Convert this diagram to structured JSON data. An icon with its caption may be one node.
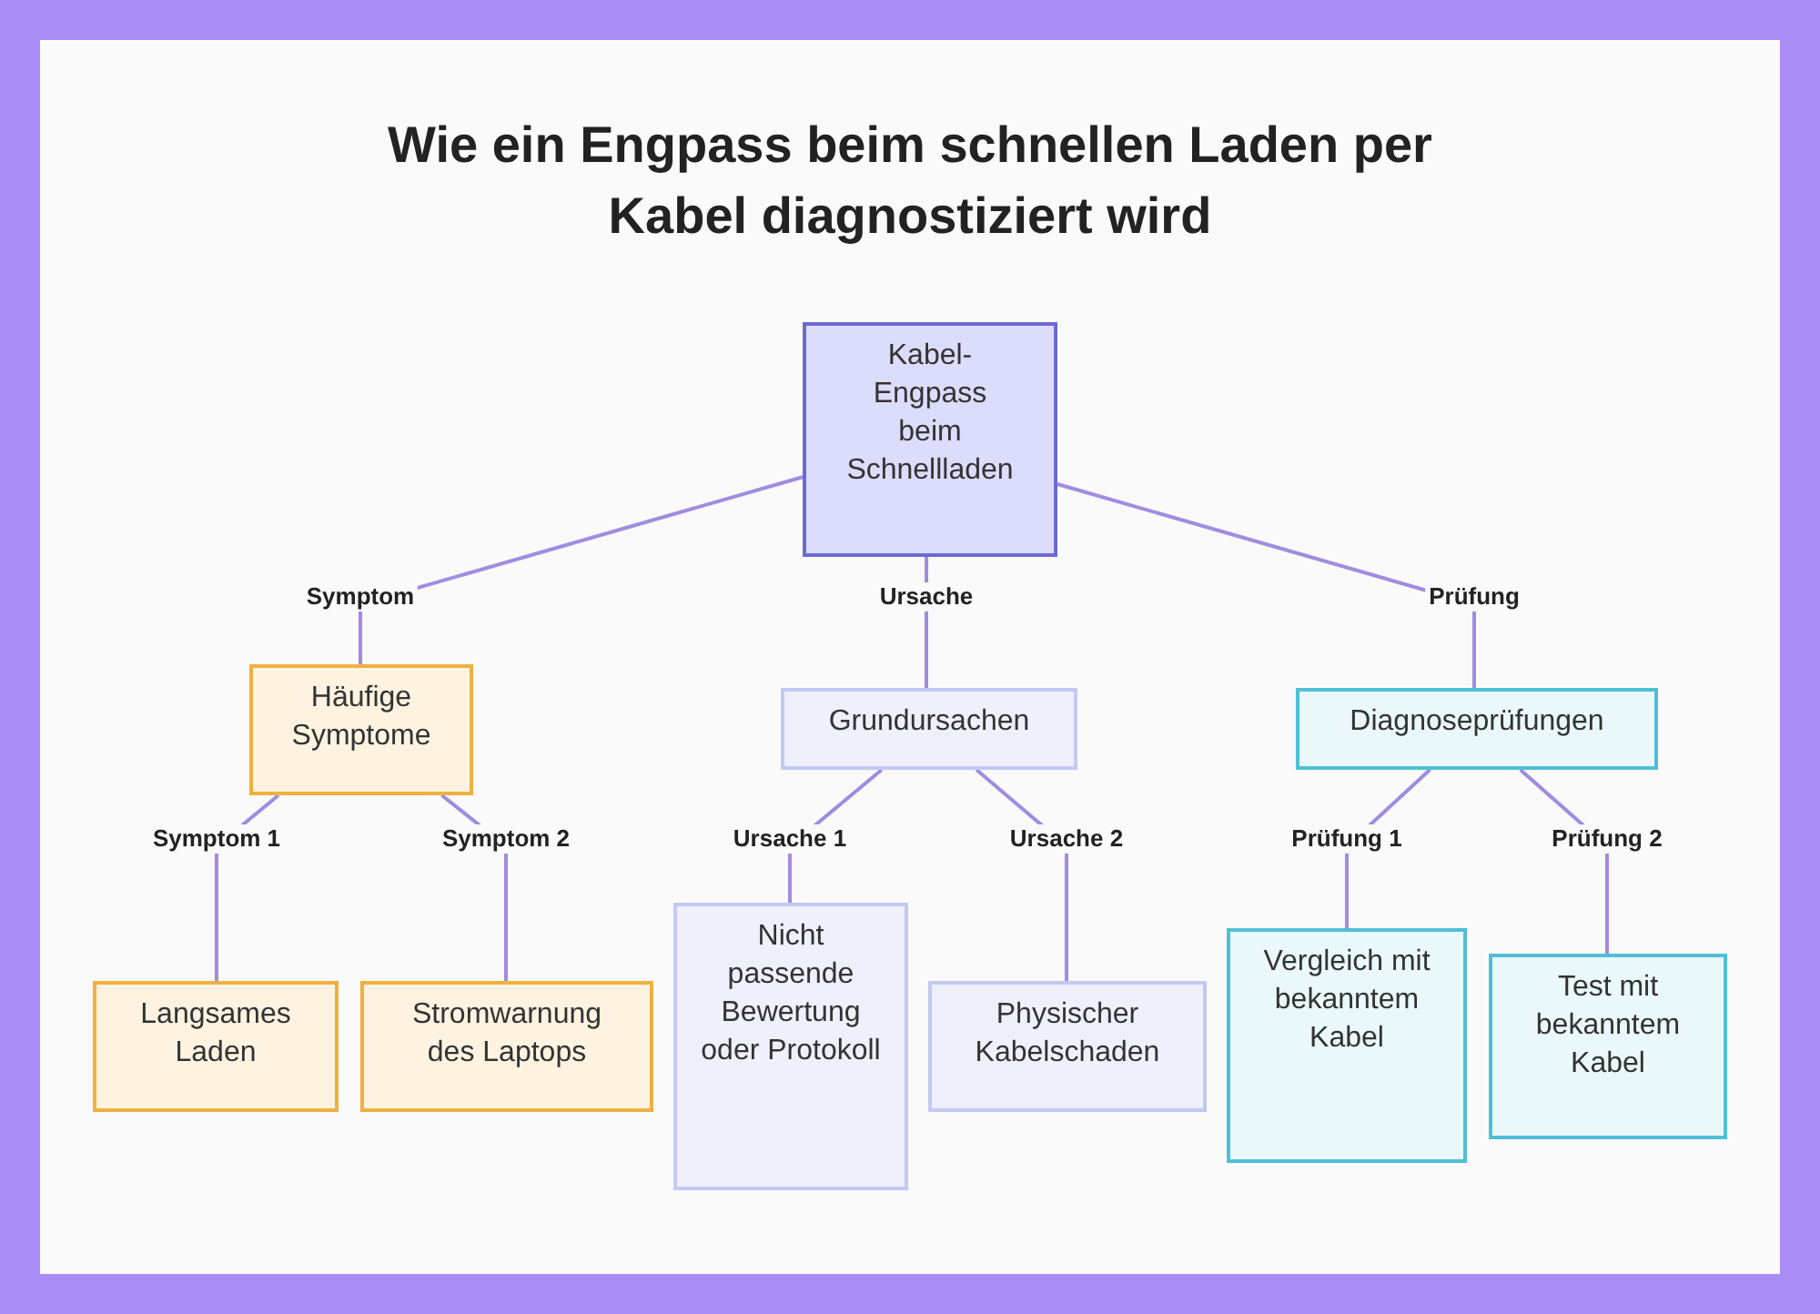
{
  "diagram": {
    "title": "Wie ein Engpass beim schnellen Laden per Kabel diagnostiziert wird",
    "nodes": [
      {
        "text": [
          "Kabel-Engpass beim Schnellladen"
        ]
      },
      {
        "text": [
          "Häufige Symptome"
        ]
      },
      {
        "text": [
          "Grundursachen"
        ]
      },
      {
        "text": [
          "Diagnoseprüfungen"
        ]
      },
      {
        "text": [
          "Langsames Laden"
        ]
      },
      {
        "text": [
          "Stromwarnung des Laptops"
        ]
      },
      {
        "text": [
          "Nicht passende Bewertung oder Protokoll"
        ]
      },
      {
        "text": [
          "Physischer Kabelschaden"
        ]
      },
      {
        "text": [
          "Vergleich mit bekanntem Kabel"
        ]
      },
      {
        "text": [
          "Test mit bekanntem Kabel"
        ]
      }
    ],
    "edges": [
      {
        "from": 0,
        "to": 1,
        "arrow": "none",
        "label": "Symptom"
      },
      {
        "from": 0,
        "to": 2,
        "arrow": "none",
        "label": "Ursache"
      },
      {
        "from": 0,
        "to": 3,
        "arrow": "none",
        "label": "Prüfung"
      },
      {
        "from": 1,
        "to": 4,
        "arrow": "none",
        "label": "Symptom 1"
      },
      {
        "from": 1,
        "to": 5,
        "arrow": "none",
        "label": "Symptom 2"
      },
      {
        "from": 2,
        "to": 6,
        "arrow": "none",
        "label": "Ursache 1"
      },
      {
        "from": 2,
        "to": 7,
        "arrow": "none",
        "label": "Ursache 2"
      },
      {
        "from": 3,
        "to": 8,
        "arrow": "none",
        "label": "Prüfung 1"
      },
      {
        "from": 3,
        "to": 9,
        "arrow": "none",
        "label": "Prüfung 2"
      }
    ]
  }
}
